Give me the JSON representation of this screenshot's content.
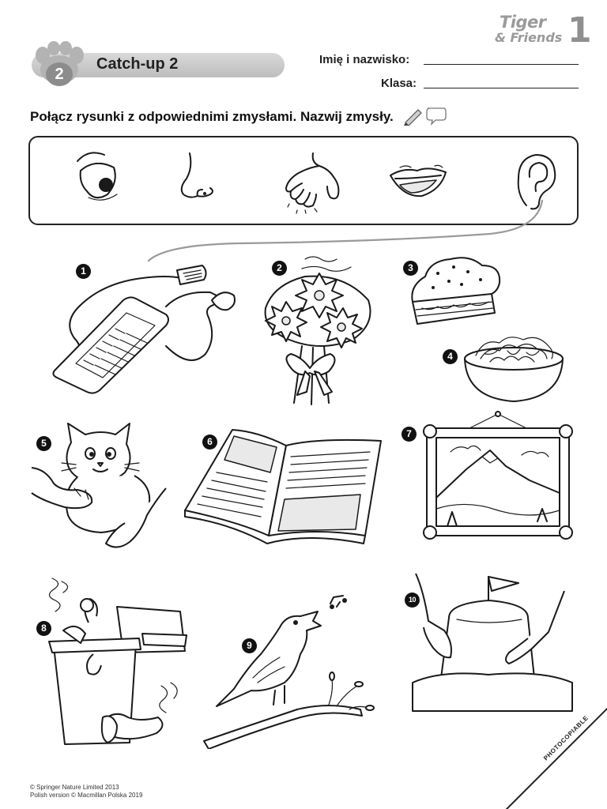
{
  "logo": {
    "line1": "Tiger",
    "line2": "& Friends",
    "number": "1"
  },
  "header": {
    "badge_number": "2",
    "title": "Catch-up 2"
  },
  "form": {
    "name_label": "Imię i nazwisko:",
    "class_label": "Klasa:"
  },
  "instruction": "Połącz rysunki z odpowiednimi zmysłami. Nazwij zmysły.",
  "senses": [
    "eye-icon",
    "nose-icon",
    "hand-icon",
    "mouth-icon",
    "ear-icon"
  ],
  "pictures": [
    {
      "number": "1",
      "subject": "mobile-phone-with-earphones-icon"
    },
    {
      "number": "2",
      "subject": "flower-bouquet-icon"
    },
    {
      "number": "3",
      "subject": "cake-slice-icon"
    },
    {
      "number": "4",
      "subject": "spaghetti-bowl-icon"
    },
    {
      "number": "5",
      "subject": "cat-in-hands-icon"
    },
    {
      "number": "6",
      "subject": "open-book-icon"
    },
    {
      "number": "7",
      "subject": "mountain-painting-icon"
    },
    {
      "number": "8",
      "subject": "rubbish-bin-icon"
    },
    {
      "number": "9",
      "subject": "singing-bird-icon"
    },
    {
      "number": "10",
      "subject": "sandcastle-icon"
    }
  ],
  "footer": {
    "line1": "© Springer Nature Limited 2013",
    "line2": "Polish version © Macmillan Polska 2019"
  },
  "corner_label": "PHOTOCOPIABLE"
}
